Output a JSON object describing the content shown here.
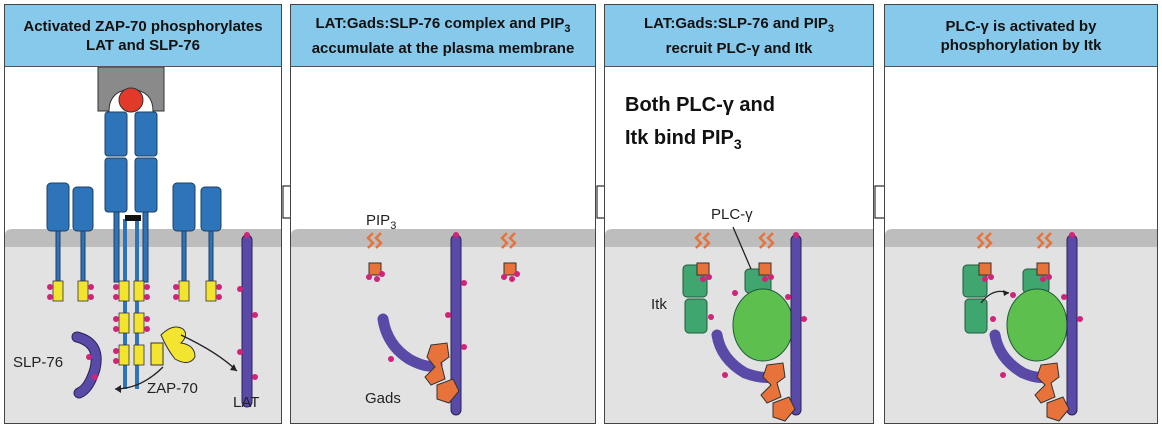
{
  "panels": [
    {
      "title_line1": "Activated ZAP-70 phosphorylates",
      "title_line2": "LAT and SLP-76",
      "labels": {
        "slp76": "SLP-76",
        "zap70": "ZAP-70",
        "lat": "LAT"
      }
    },
    {
      "title_line1": "LAT:Gads:SLP-76 complex and PIP",
      "title_sub1": "3",
      "title_line2": "accumulate at the plasma membrane",
      "labels": {
        "pip": "PIP",
        "pip_sub": "3",
        "gads": "Gads"
      }
    },
    {
      "title_line1": "LAT:Gads:SLP-76 and PIP",
      "title_sub1": "3",
      "title_line2": "recruit PLC-γ and Itk",
      "note_line1": "Both PLC-γ  and",
      "note_line2": "Itk bind PIP",
      "note_sub": "3",
      "labels": {
        "plc": "PLC-γ",
        "itk": "Itk"
      }
    },
    {
      "title_line1": "PLC-γ is activated by",
      "title_line2": "phosphorylation by Itk"
    }
  ],
  "colors": {
    "header_bg": "#87c9ea",
    "membrane": "#bdbdbd",
    "cytoplasm": "#e2e2e2",
    "receptor_blue": "#2e74b8",
    "lat_purple": "#5a4aa8",
    "zap_yellow": "#f3e430",
    "gads_orange": "#e8733a",
    "phospho_pink": "#d2237a",
    "itk_green": "#3fa66f",
    "plc_green": "#5cbf4e"
  }
}
